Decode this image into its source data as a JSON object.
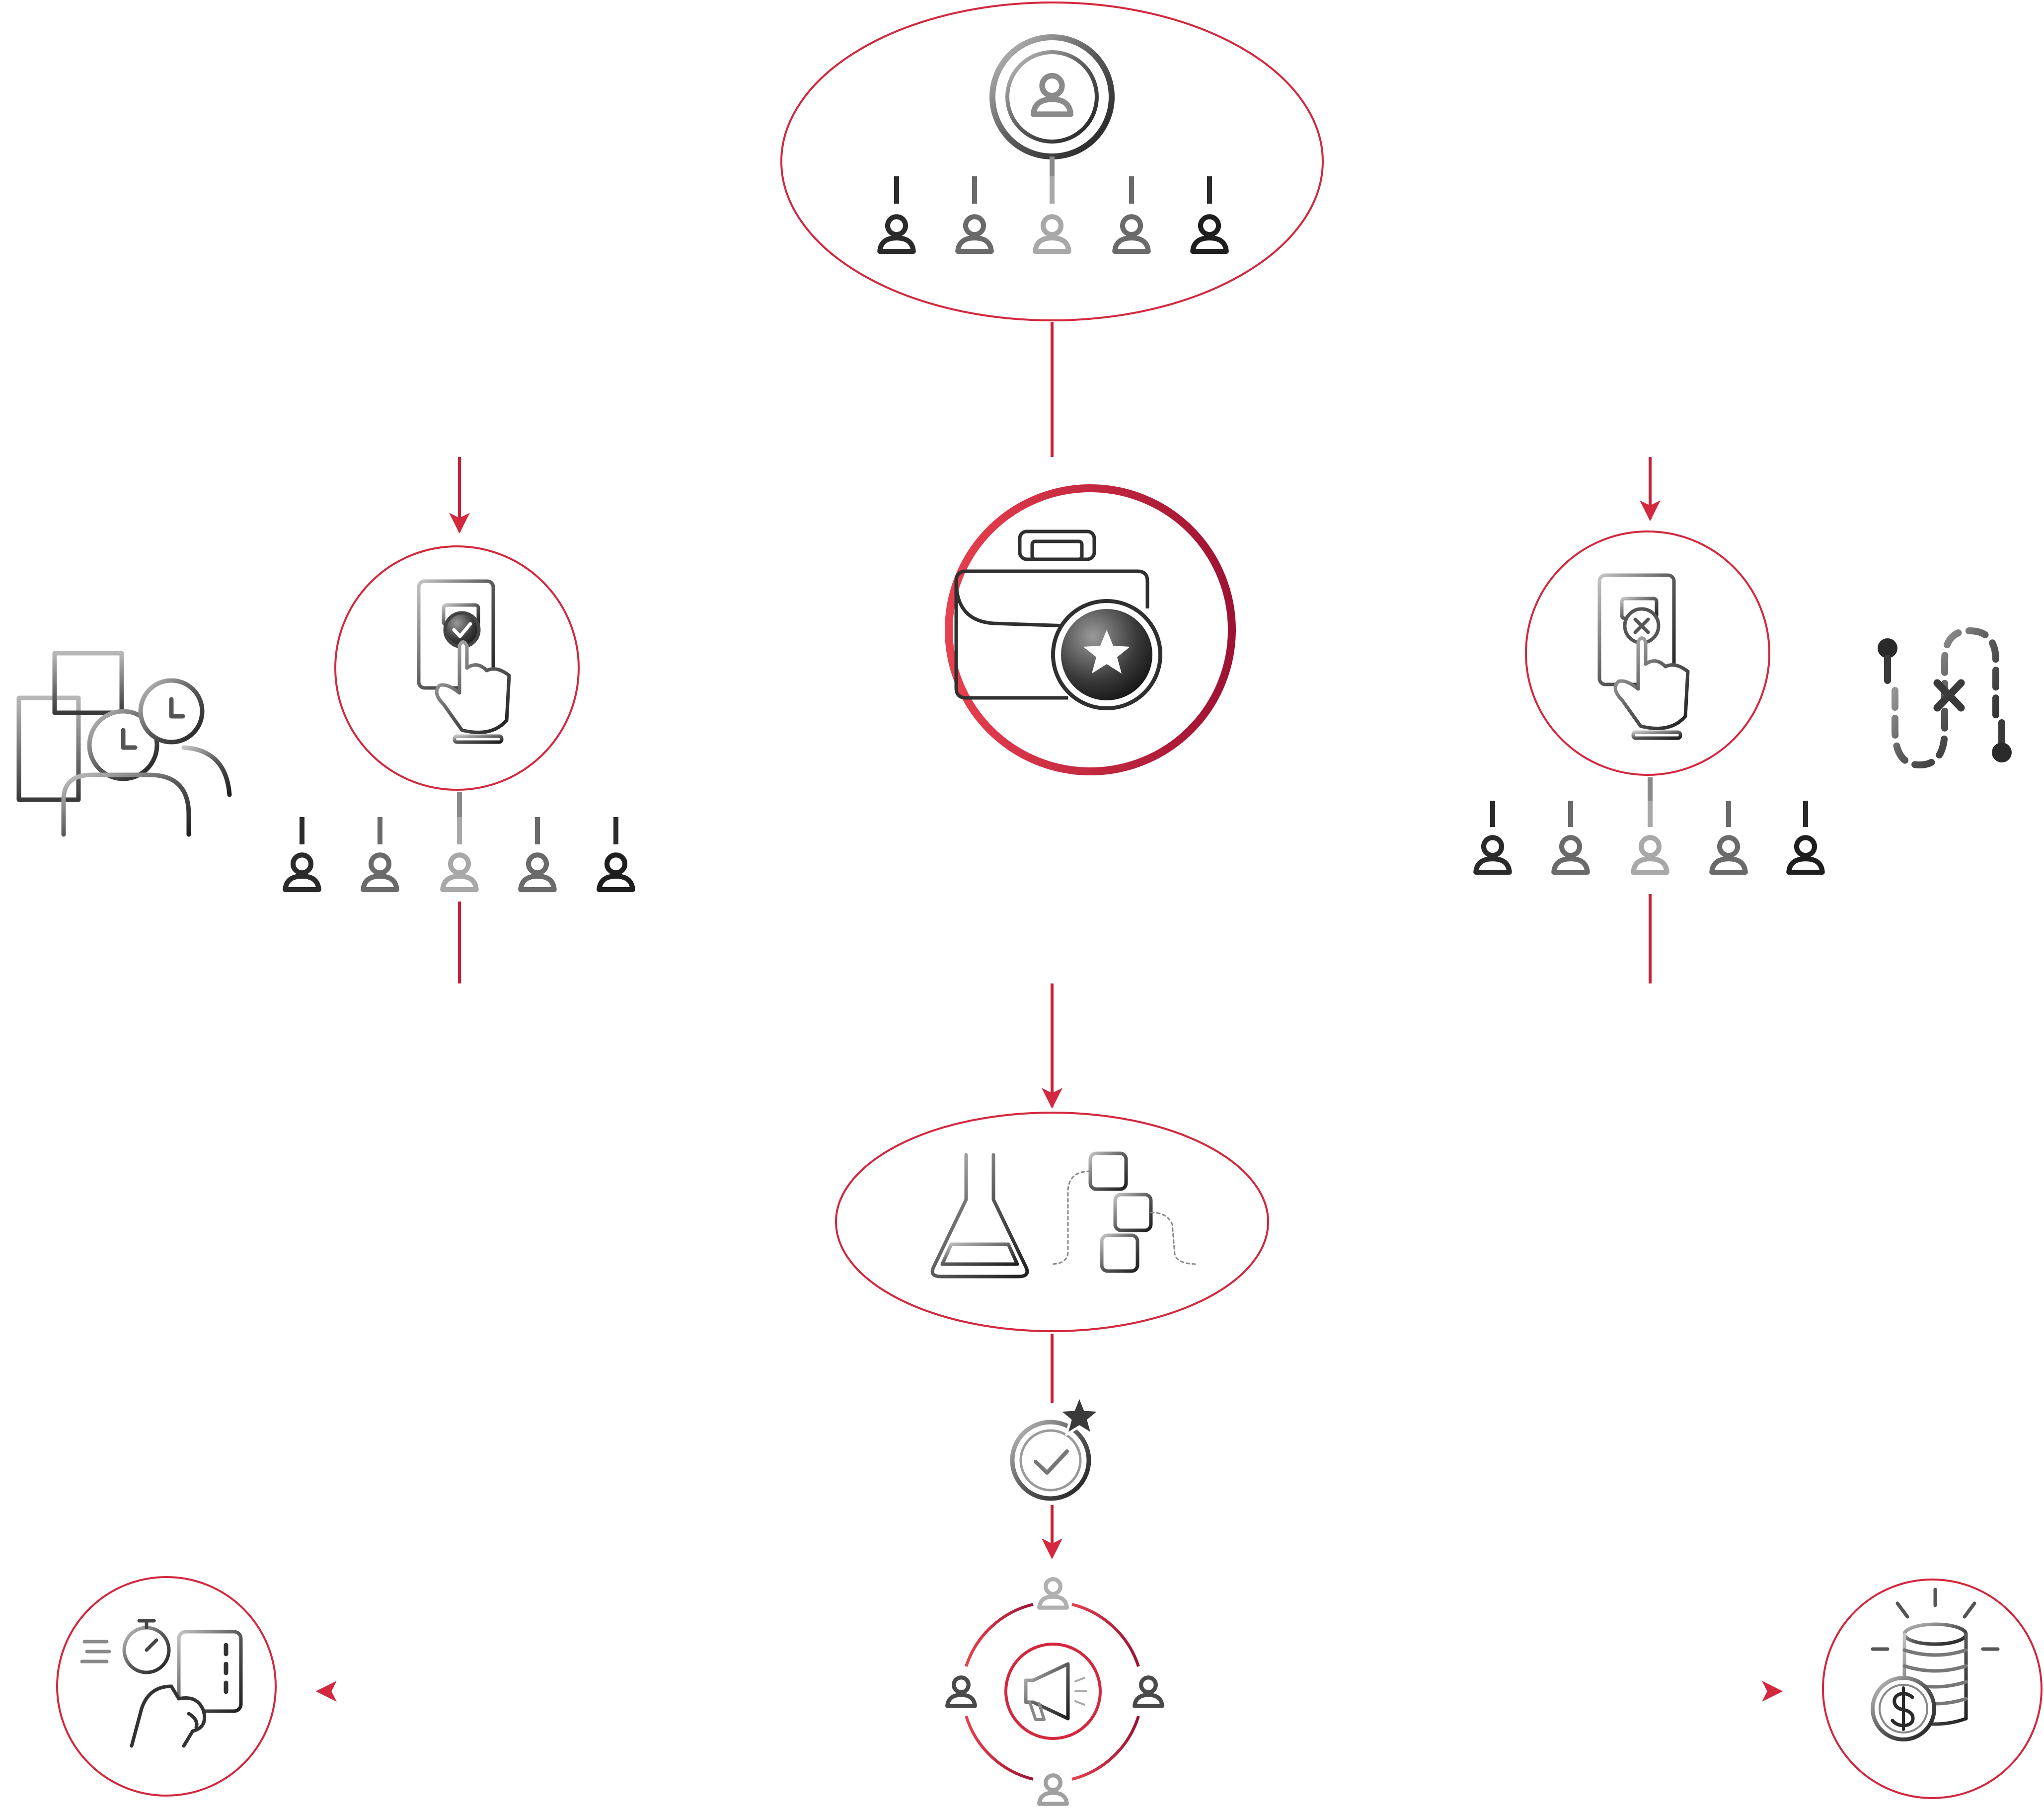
{
  "diagram": {
    "nodes": [
      {
        "id": "leader-hierarchy",
        "icon": "org-chart-leader-icon"
      },
      {
        "id": "approved-branch",
        "icon": "approve-touch-icon"
      },
      {
        "id": "featured-portfolio",
        "icon": "briefcase-star-icon"
      },
      {
        "id": "rejected-branch",
        "icon": "reject-touch-icon"
      },
      {
        "id": "experiment-process",
        "icon": "flask-flowchart-icon"
      },
      {
        "id": "quality-check",
        "icon": "checkmark-star-badge-icon"
      },
      {
        "id": "announcement-hub",
        "icon": "megaphone-team-icon"
      },
      {
        "id": "fast-payment",
        "icon": "stopwatch-card-icon"
      },
      {
        "id": "revenue",
        "icon": "coin-stack-dollar-icon"
      }
    ],
    "side_icons": [
      {
        "id": "office-time",
        "icon": "office-building-clock-icon"
      },
      {
        "id": "path-obstacle",
        "icon": "route-cancel-icon"
      }
    ],
    "colors": {
      "accent": "#d3283e",
      "accent_dark": "#9e1232",
      "icon_dark": "#2a2a2a",
      "icon_mid": "#6a6a6a",
      "icon_light": "#a8a8a8"
    }
  }
}
